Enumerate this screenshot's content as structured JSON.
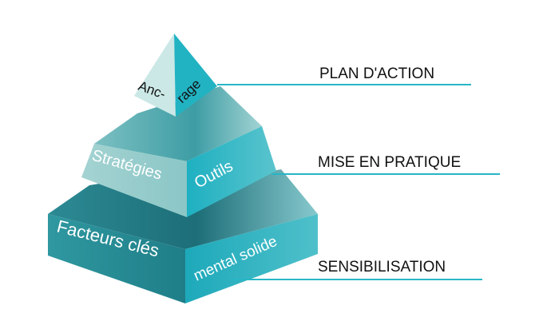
{
  "pyramid": {
    "top": {
      "left_text": "Anc-",
      "right_text": "rage",
      "label": "PLAN D'ACTION"
    },
    "middle": {
      "left_text": "Stratégies",
      "right_text": "Outils",
      "label": "MISE EN PRATIQUE"
    },
    "bottom": {
      "left_text": "Facteurs clés",
      "right_text": "mental solide",
      "label": "SENSIBILISATION"
    }
  },
  "colors": {
    "teal_dark": "#1d8c98",
    "teal_mid": "#2aa3ad",
    "teal_bright": "#27b6c6",
    "teal_light": "#7cc8cc",
    "teal_pale": "#c8e8e6",
    "line": "#27b6c6"
  }
}
